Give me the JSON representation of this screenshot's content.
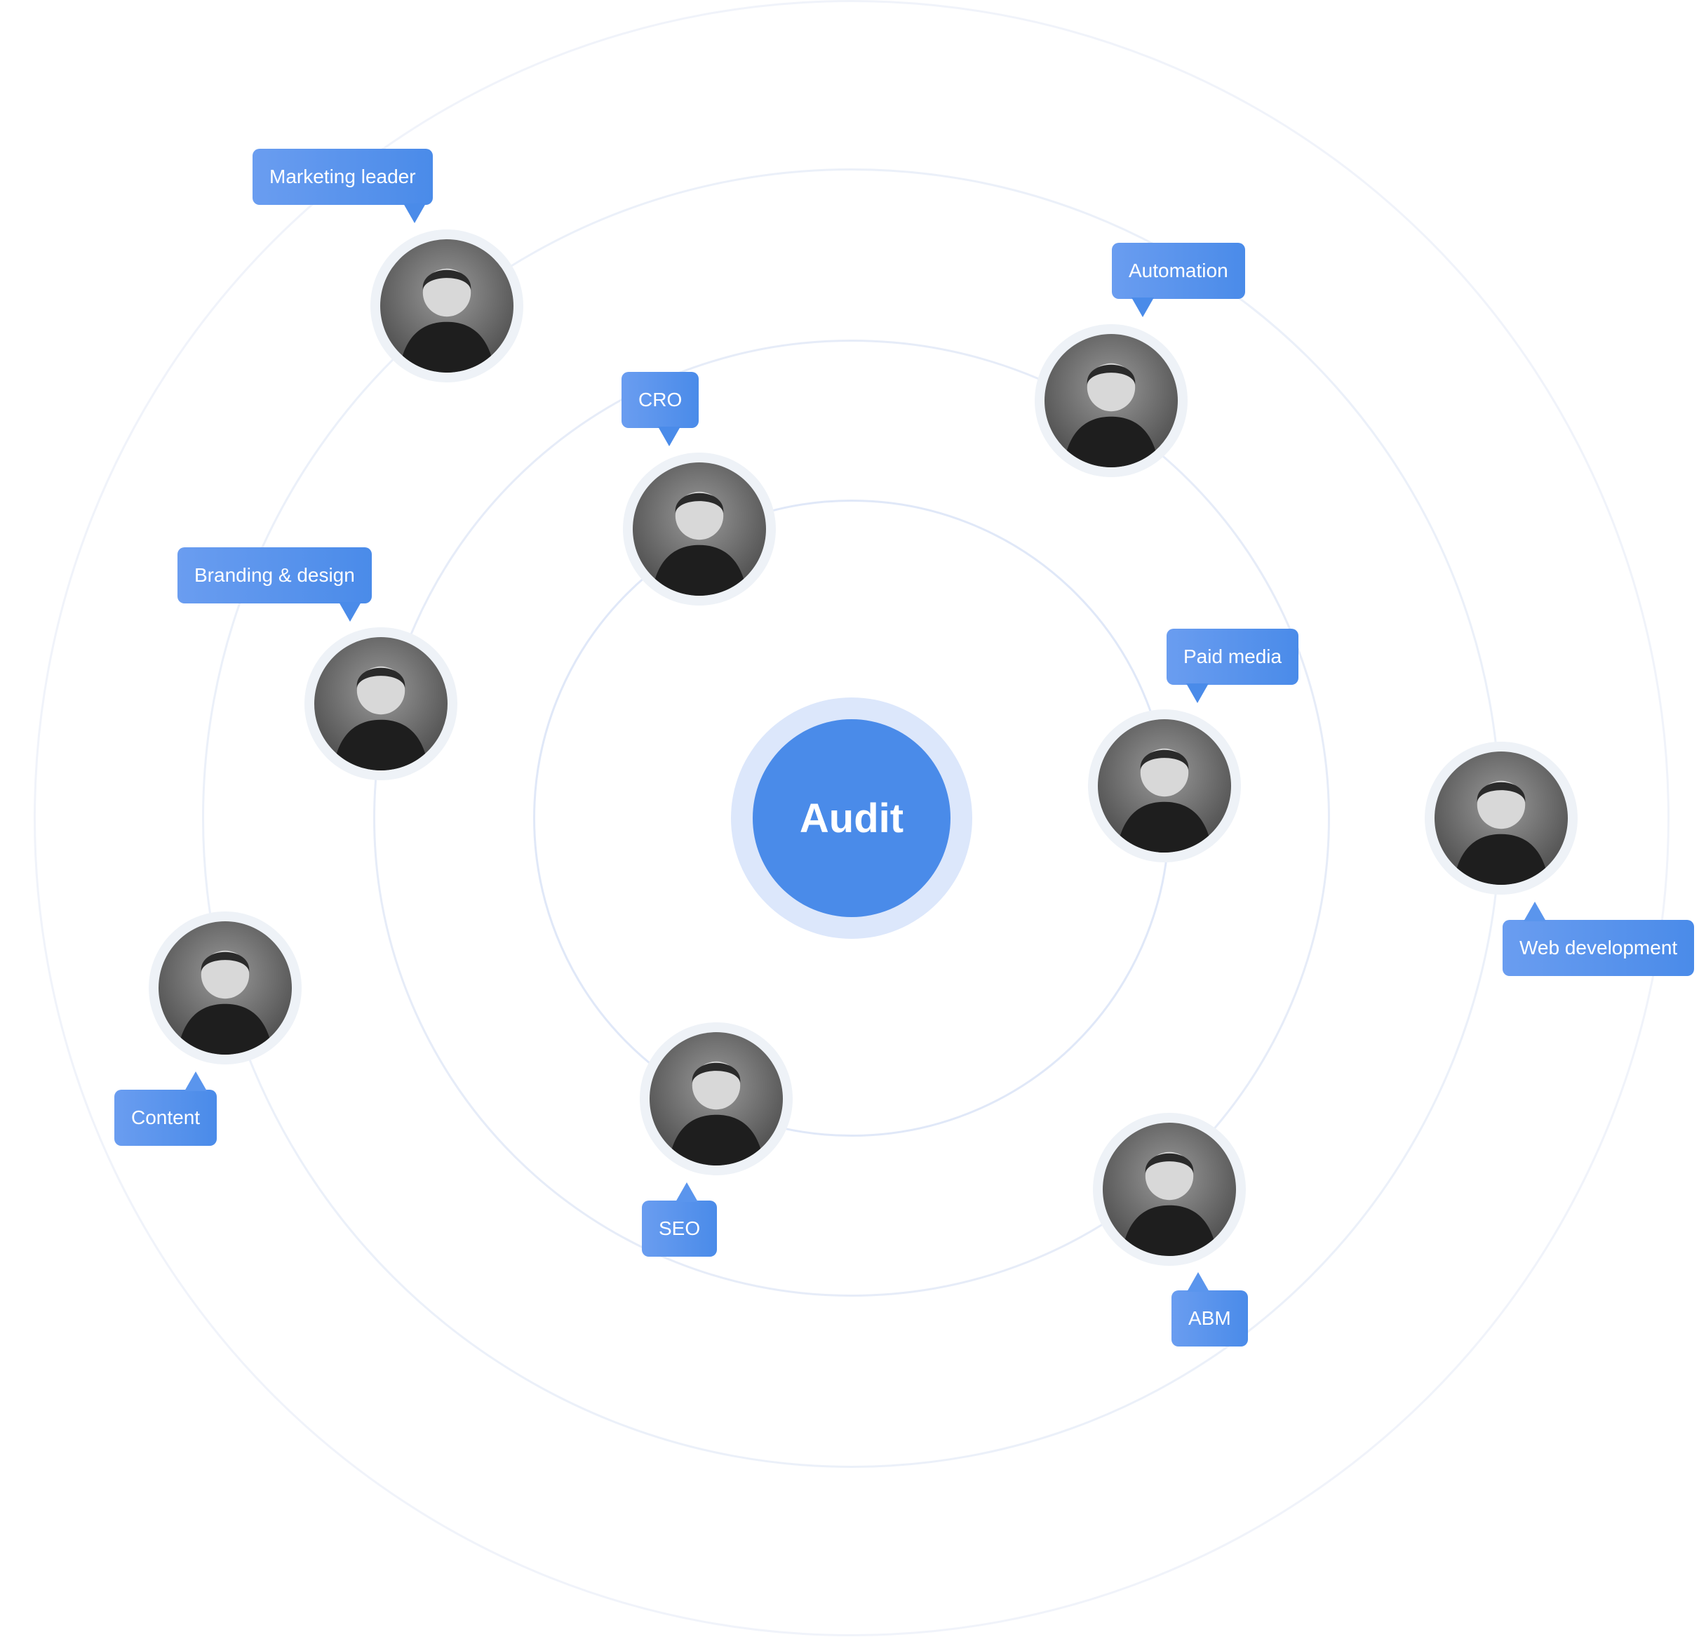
{
  "center": {
    "label": "Audit"
  },
  "colors": {
    "accent": "#4a8be9",
    "halo": "#dce7fb",
    "ring": "#e3eaf7",
    "avatar_halo": "#eef2f7"
  },
  "members": [
    {
      "role": "Marketing leader",
      "icon": "person-photo"
    },
    {
      "role": "Automation",
      "icon": "person-photo"
    },
    {
      "role": "CRO",
      "icon": "person-photo"
    },
    {
      "role": "Branding & design",
      "icon": "person-photo"
    },
    {
      "role": "Paid media",
      "icon": "person-photo"
    },
    {
      "role": "Web development",
      "icon": "person-photo"
    },
    {
      "role": "Content",
      "icon": "person-photo"
    },
    {
      "role": "SEO",
      "icon": "person-photo"
    },
    {
      "role": "ABM",
      "icon": "person-photo"
    }
  ]
}
